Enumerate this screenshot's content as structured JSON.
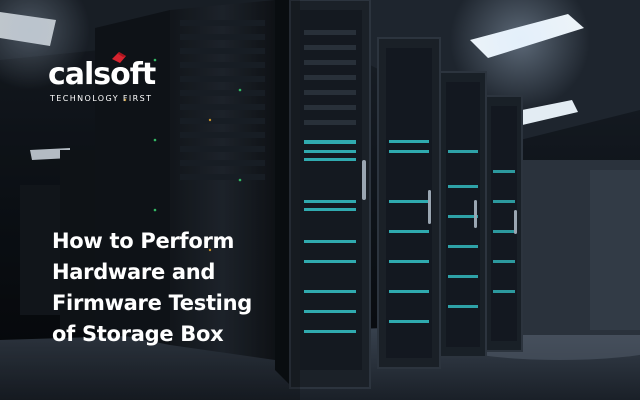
{
  "brand": {
    "name": "calsoft",
    "tagline": "TECHNOLOGY FIRST",
    "logo_mark": "red-ribbon-icon",
    "accent_color": "#d6232f"
  },
  "headline": {
    "lines": [
      "How to Perform",
      "Hardware and",
      "Firmware Testing",
      "of Storage Box"
    ]
  },
  "scene": {
    "subject": "server-racks-photo",
    "led_color": "#35c4c9",
    "ceiling_light_color": "#eef4f8"
  }
}
